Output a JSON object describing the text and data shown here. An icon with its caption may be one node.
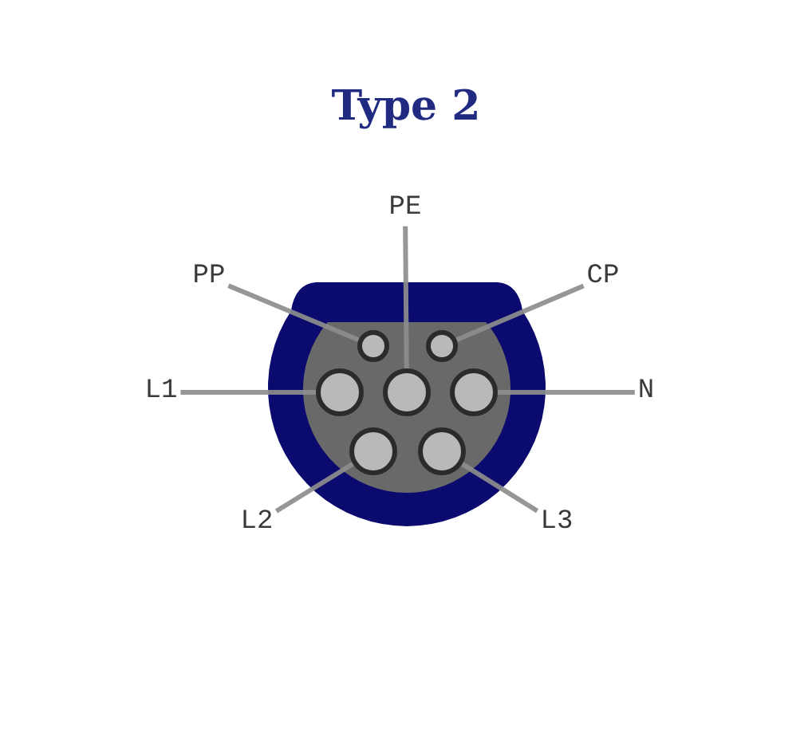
{
  "diagram": {
    "title": "Type 2",
    "nodes": [
      {
        "text": [
          "PE"
        ]
      },
      {
        "text": [
          "PP"
        ]
      },
      {
        "text": [
          "CP"
        ]
      },
      {
        "text": [],
        "shape": "circle"
      },
      {
        "text": [],
        "shape": "circle"
      },
      {
        "text": [
          "L1"
        ]
      },
      {
        "text": [],
        "shape": "circle"
      },
      {
        "text": [],
        "shape": "circle"
      },
      {
        "text": [],
        "shape": "circle"
      },
      {
        "text": [
          "N"
        ]
      },
      {
        "text": [],
        "shape": "circle"
      },
      {
        "text": [],
        "shape": "circle"
      },
      {
        "text": [
          "L2"
        ]
      },
      {
        "text": [
          "L3"
        ]
      }
    ],
    "edges": [
      {
        "from": 0,
        "to": 7,
        "arrow": "none"
      },
      {
        "from": 1,
        "to": 3,
        "arrow": "none"
      },
      {
        "from": 2,
        "to": 4,
        "arrow": "none"
      },
      {
        "from": 5,
        "to": 6,
        "arrow": "none"
      },
      {
        "from": 9,
        "to": 8,
        "arrow": "none"
      },
      {
        "from": 12,
        "to": 10,
        "arrow": "none"
      },
      {
        "from": 13,
        "to": 11,
        "arrow": "none"
      }
    ]
  }
}
